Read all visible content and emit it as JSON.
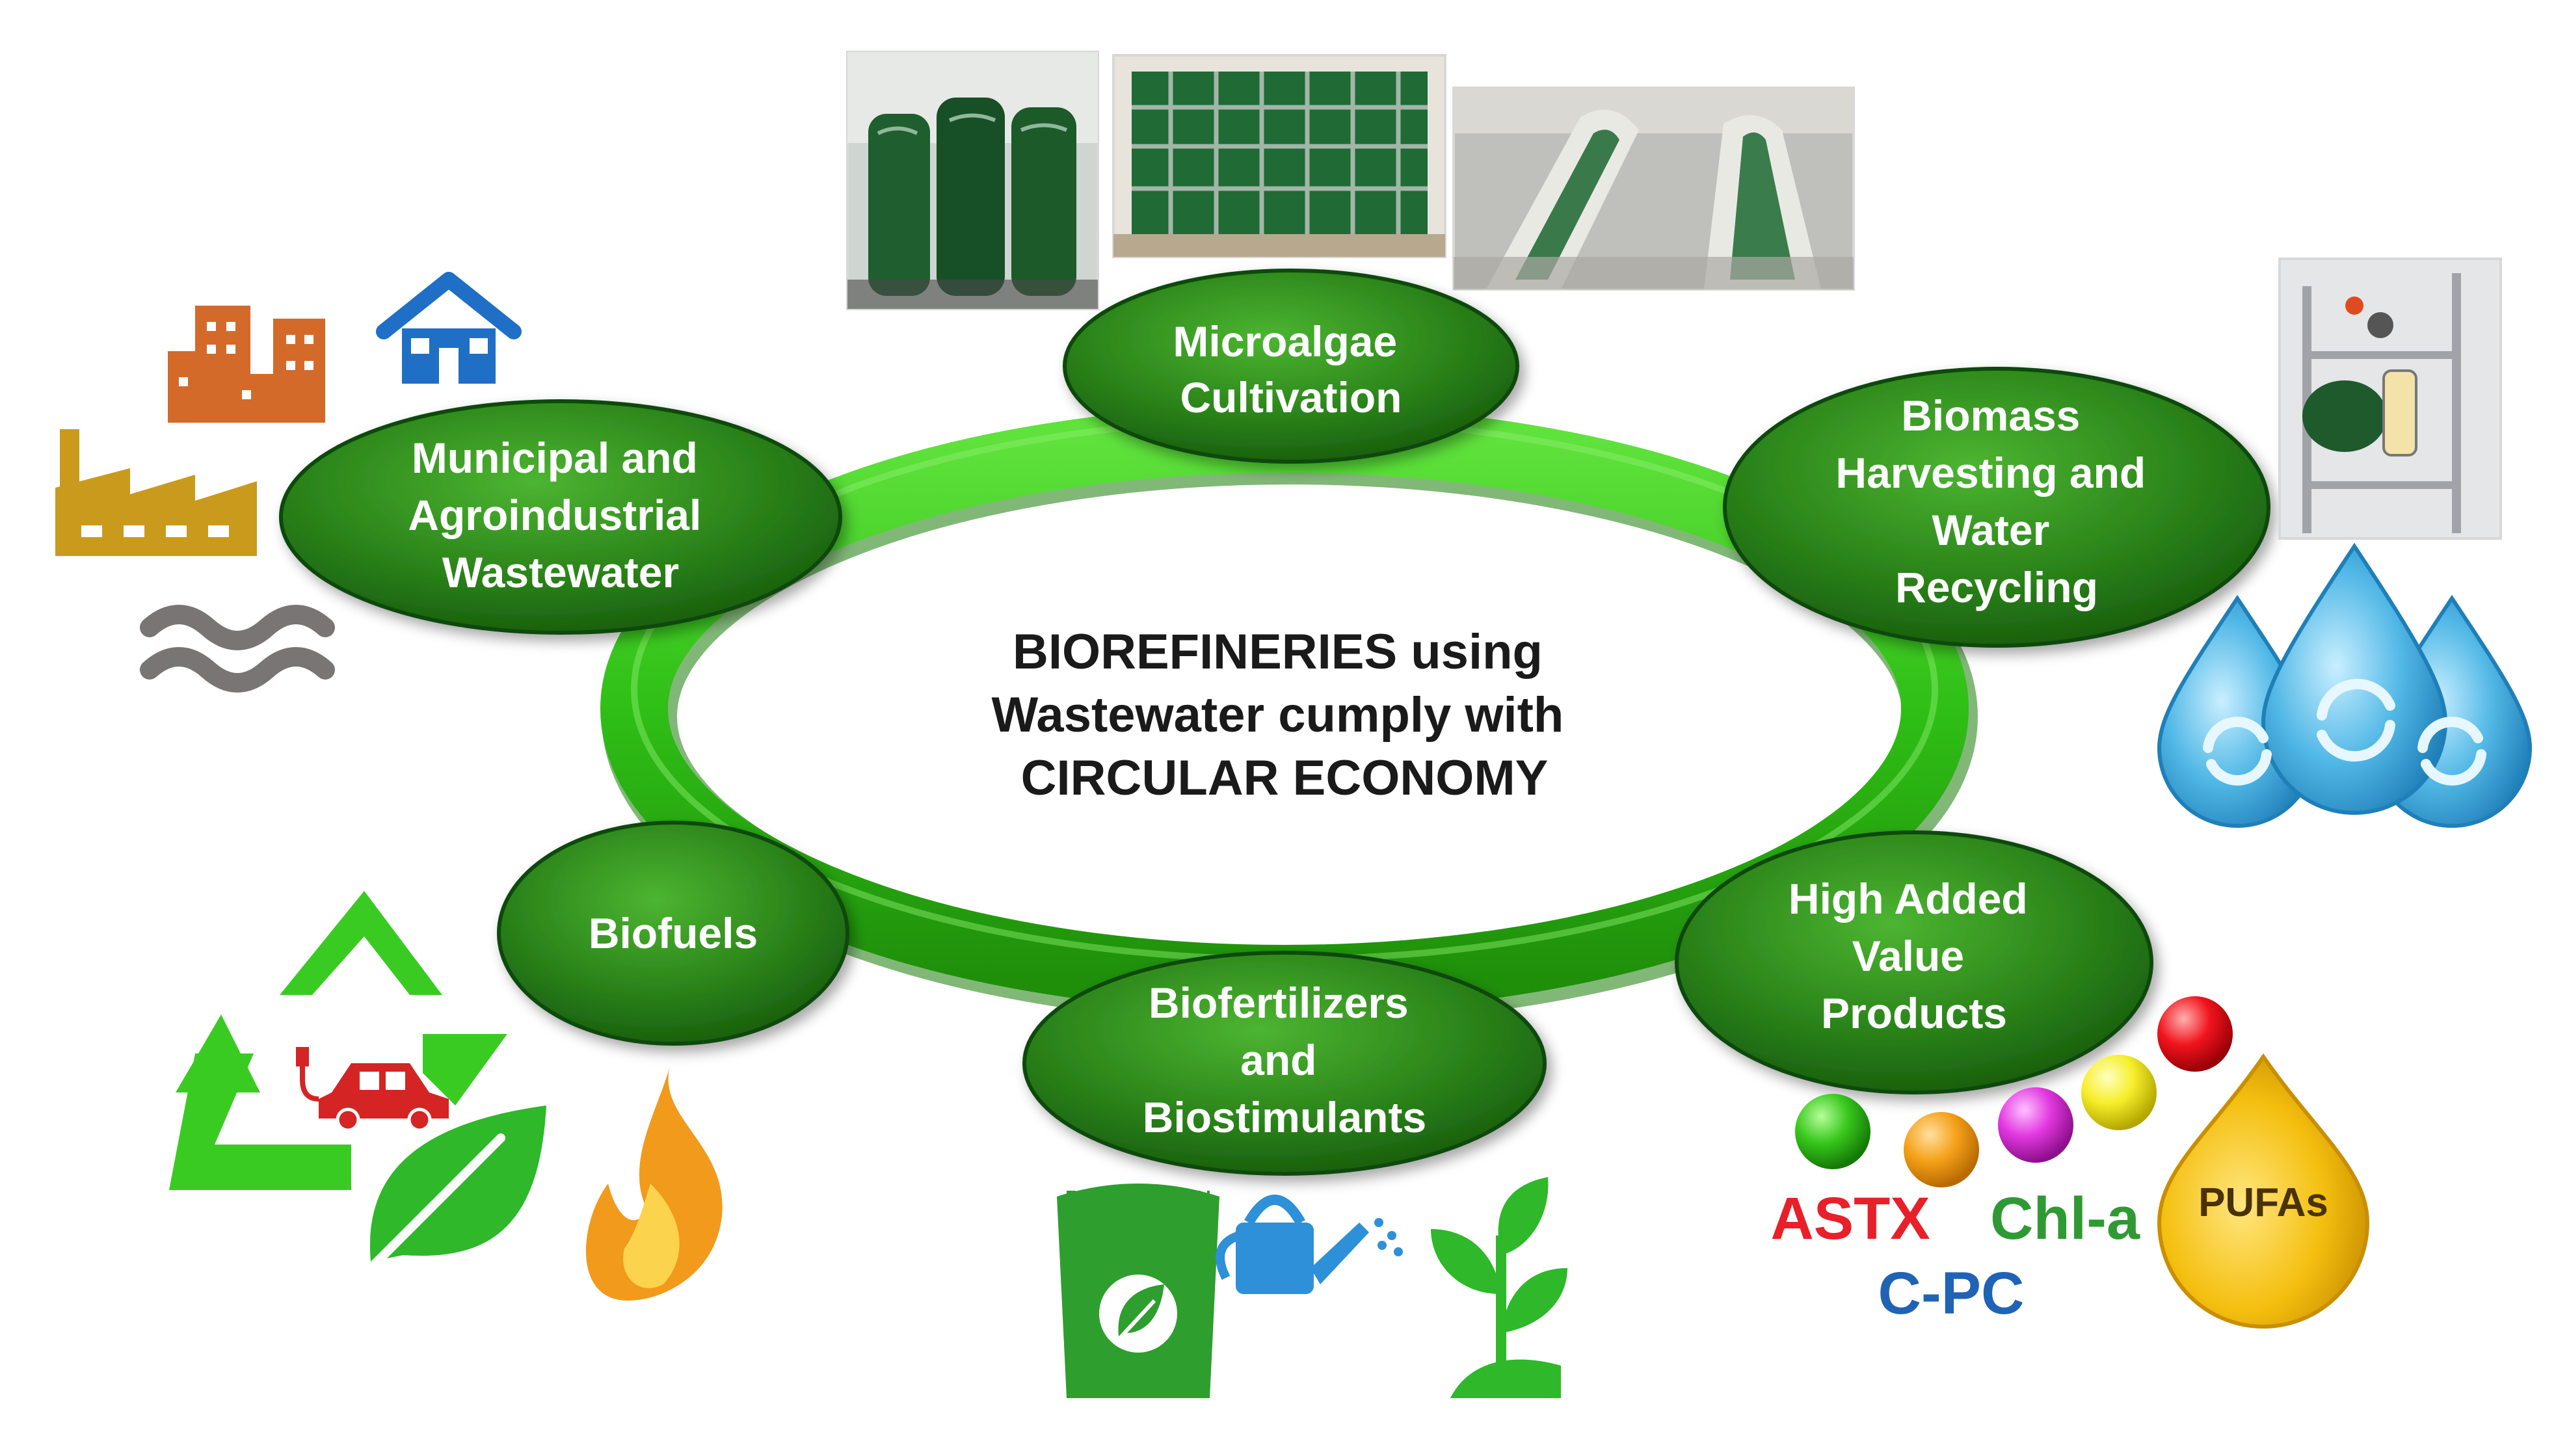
{
  "center": {
    "lines": [
      "BIOREFINERIES using",
      "Wastewater cumply with",
      "CIRCULAR ECONOMY"
    ]
  },
  "nodes": {
    "cultivation": {
      "lines": [
        "Microalgae",
        "Cultivation"
      ]
    },
    "harvesting": {
      "lines": [
        "Biomass",
        "Harvesting and",
        "Water",
        "Recycling"
      ]
    },
    "products": {
      "lines": [
        "High Added",
        "Value",
        "Products"
      ]
    },
    "biofertilizers": {
      "lines": [
        "Biofertilizers",
        "and",
        "Biostimulants"
      ]
    },
    "biofuels": {
      "lines": [
        "Biofuels"
      ]
    },
    "wastewater": {
      "lines": [
        "Municipal and",
        "Agroindustrial",
        "Wastewater"
      ]
    }
  },
  "products": {
    "astx": "ASTX",
    "chla": "Chl-a",
    "cpc": "C-PC",
    "pufas": "PUFAs"
  },
  "icons": {
    "wastewater": [
      "buildings-icon",
      "house-icon",
      "factory-icon",
      "water-waves-icon"
    ],
    "harvesting": [
      "harvesting-equipment-photo",
      "water-recycling-drops-icon"
    ],
    "cultivation": [
      "photobioreactor-bottles-photo",
      "flat-panel-photobioreactor-photo",
      "raceway-ponds-photo"
    ],
    "biofuels": [
      "recycle-arrows-icon",
      "electric-car-icon",
      "leaf-icon",
      "flame-icon"
    ],
    "biofertilizers": [
      "fertilizer-bag-icon",
      "watering-can-icon",
      "plant-sprout-icon"
    ],
    "products": [
      "pigment-spheres-icon",
      "oil-drop-icon"
    ]
  },
  "colors": {
    "node_dark": "#1d6b12",
    "node_light": "#3fa428",
    "ring": "#34c21a",
    "ring_dark": "#1f8a0a",
    "astx": "#e8202a",
    "chla": "#2f9a33",
    "cpc": "#1f63b5",
    "pufas": "#f2b800",
    "fertilizer": "#2e9e2e",
    "water": "#3aa7d8",
    "recycle": "#33cc22"
  }
}
